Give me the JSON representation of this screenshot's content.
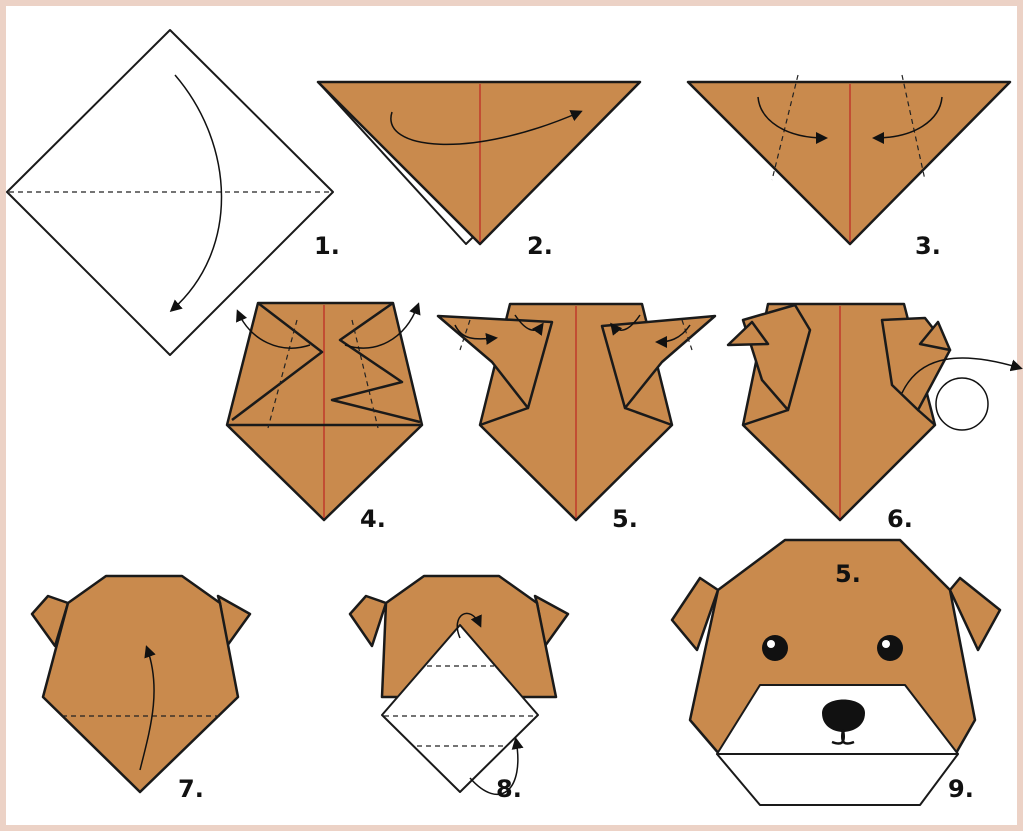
{
  "colors": {
    "background": "#ecd2c6",
    "paper": "#c98a4d",
    "crease": "#c0392b",
    "outline": "#1a1a1a"
  },
  "steps": [
    {
      "label": "1."
    },
    {
      "label": "2."
    },
    {
      "label": "3."
    },
    {
      "label": "4."
    },
    {
      "label": "5."
    },
    {
      "label": "6."
    },
    {
      "label": "7."
    },
    {
      "label": "8."
    },
    {
      "label": "9."
    }
  ],
  "final_mark": "5."
}
